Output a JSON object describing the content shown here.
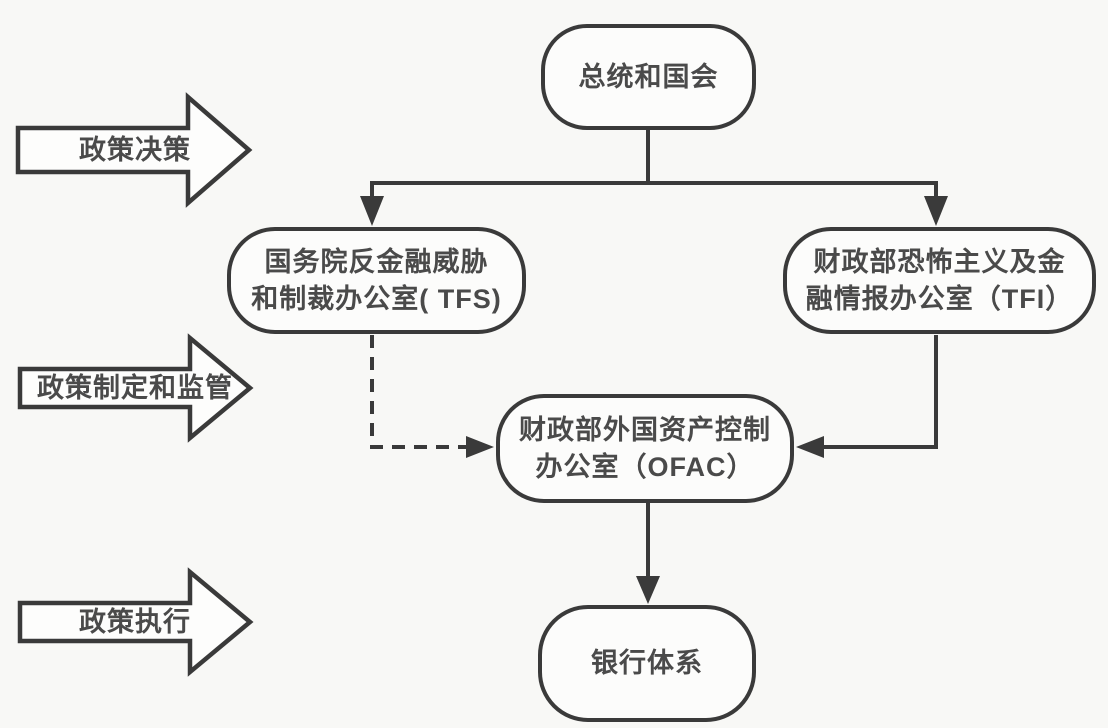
{
  "diagram": {
    "stages": [
      {
        "label": "政策决策"
      },
      {
        "label": "政策制定和监管"
      },
      {
        "label": "政策执行"
      }
    ],
    "nodes": {
      "president": {
        "label": "总统和国会"
      },
      "tfs": {
        "line1": "国务院反金融威胁",
        "line2": "和制裁办公室( TFS)"
      },
      "tfi": {
        "line1": "财政部恐怖主义及金",
        "line2": "融情报办公室（TFI）"
      },
      "ofac": {
        "line1": "财政部外国资产控制",
        "line2": "办公室（OFAC）"
      },
      "bank": {
        "label": "银行体系"
      }
    },
    "edges": [
      {
        "from": "president",
        "to": "tfs",
        "style": "solid"
      },
      {
        "from": "president",
        "to": "tfi",
        "style": "solid"
      },
      {
        "from": "tfs",
        "to": "ofac",
        "style": "dashed"
      },
      {
        "from": "tfi",
        "to": "ofac",
        "style": "solid"
      },
      {
        "from": "ofac",
        "to": "bank",
        "style": "solid"
      }
    ],
    "colors": {
      "line": "#3a3a3a",
      "text": "#4a4a4a",
      "background": "#f8f8f6",
      "node_fill": "#fcfcfb"
    }
  }
}
